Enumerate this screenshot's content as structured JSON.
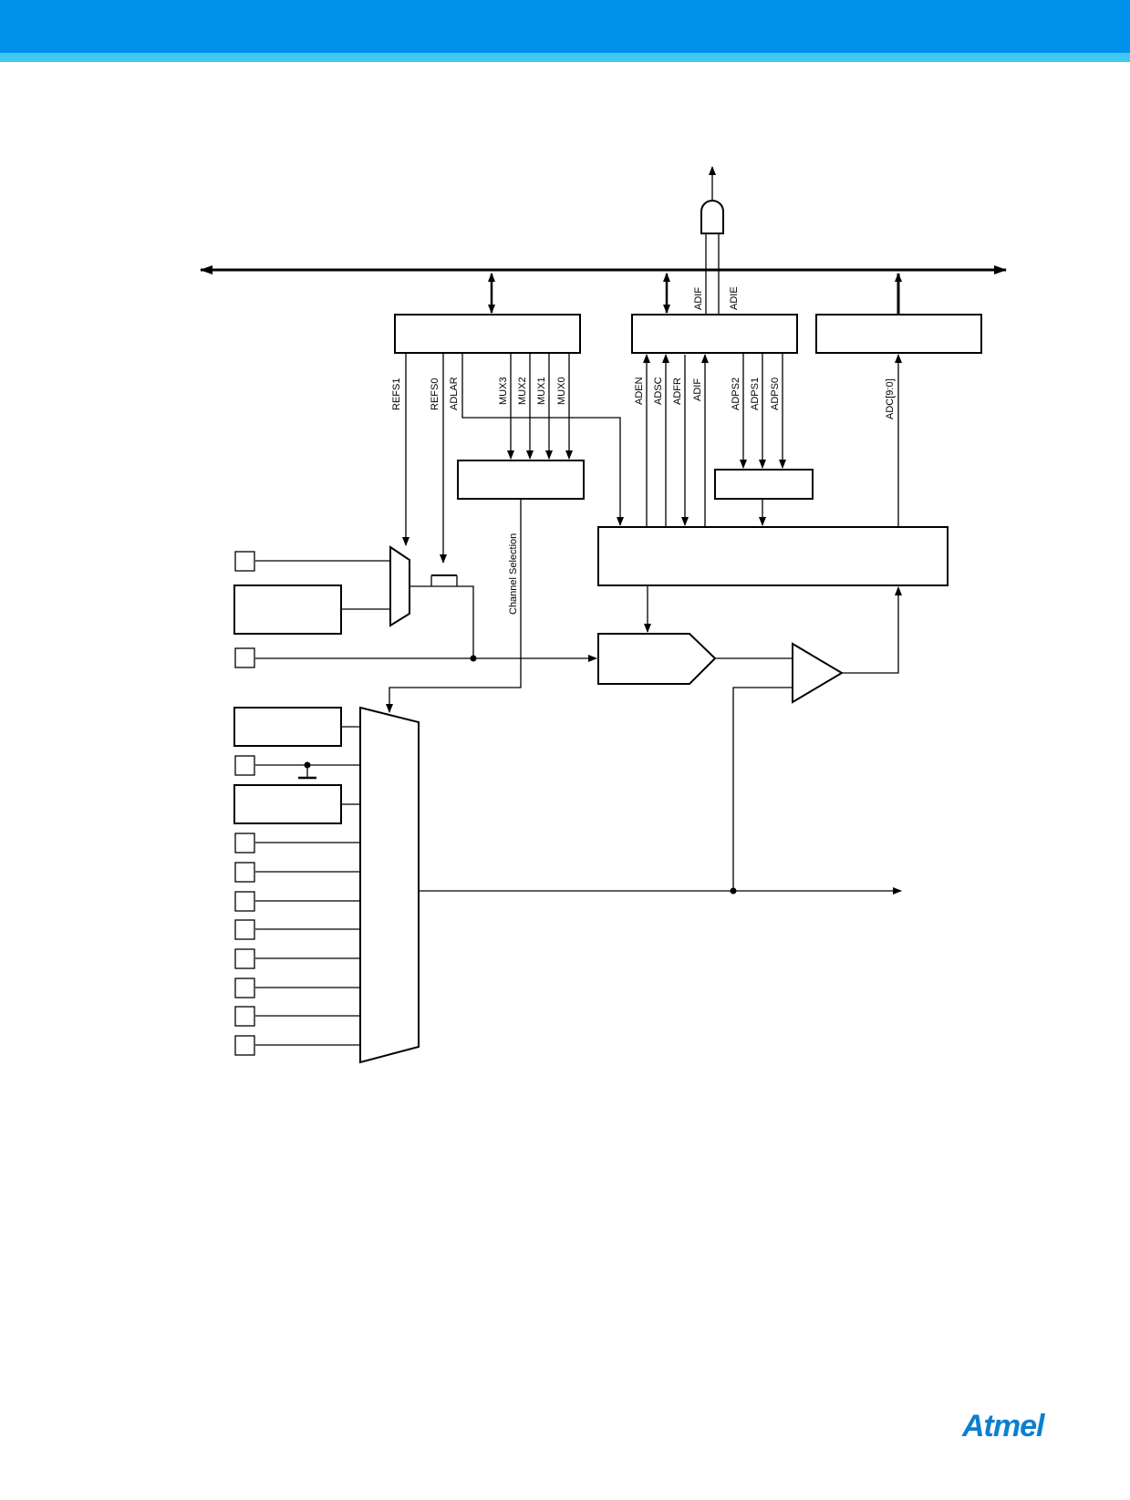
{
  "colors": {
    "header": "#0091ea",
    "header_stripe": "#40c8f0",
    "brand": "#0a7fd1"
  },
  "logo": {
    "text": "Atmel"
  },
  "diagram": {
    "labels": {
      "refs1": "REFS1",
      "refs0": "REFS0",
      "adlar": "ADLAR",
      "mux3": "MUX3",
      "mux2": "MUX2",
      "mux1": "MUX1",
      "mux0": "MUX0",
      "aden": "ADEN",
      "adsc": "ADSC",
      "adfr": "ADFR",
      "adif_ctrl": "ADIF",
      "adps2": "ADPS2",
      "adps1": "ADPS1",
      "adps0": "ADPS0",
      "adc_data": "ADC[9:0]",
      "adif_irq": "ADIF",
      "adie_irq": "ADIE",
      "channel_selection": "Channel Selection"
    }
  }
}
